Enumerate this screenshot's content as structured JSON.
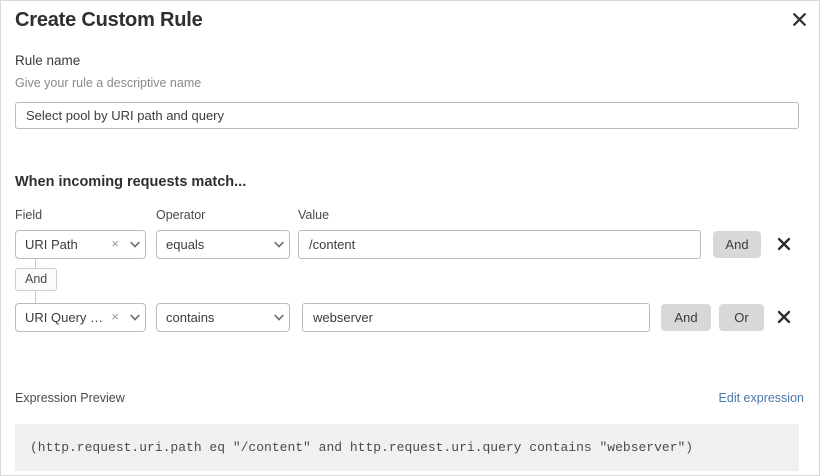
{
  "dialog": {
    "title": "Create Custom Rule",
    "close_icon": "close-icon"
  },
  "rule_name": {
    "label": "Rule name",
    "help": "Give your rule a descriptive name",
    "value": "Select pool by URI path and query",
    "placeholder": "Give your rule a descriptive name"
  },
  "match_section": {
    "heading": "When incoming requests match...",
    "columns": {
      "field": "Field",
      "operator": "Operator",
      "value": "Value"
    },
    "connector": {
      "label": "And"
    },
    "rows": [
      {
        "field": "URI Path",
        "field_clear_icon": "close-small-icon",
        "field_caret_icon": "chevron-down-icon",
        "operator": "equals",
        "operator_caret_icon": "chevron-down-icon",
        "value": "/content",
        "value_placeholder": "Value",
        "and_label": "And",
        "delete_icon": "close-icon"
      },
      {
        "field": "URI Query St...",
        "field_clear_icon": "close-small-icon",
        "field_caret_icon": "chevron-down-icon",
        "operator": "contains",
        "operator_caret_icon": "chevron-down-icon",
        "value": "webserver",
        "value_placeholder": "Value",
        "and_label": "And",
        "or_label": "Or",
        "delete_icon": "close-icon"
      }
    ]
  },
  "expression_preview": {
    "label": "Expression Preview",
    "edit_link": "Edit expression",
    "expression": "(http.request.uri.path eq \"/content\" and http.request.uri.query contains \"webserver\")"
  },
  "colors": {
    "link": "#4a78a8",
    "button_bg": "#d8d8d8",
    "preview_bg": "#f0f0f0",
    "border": "#b9bcbe"
  }
}
